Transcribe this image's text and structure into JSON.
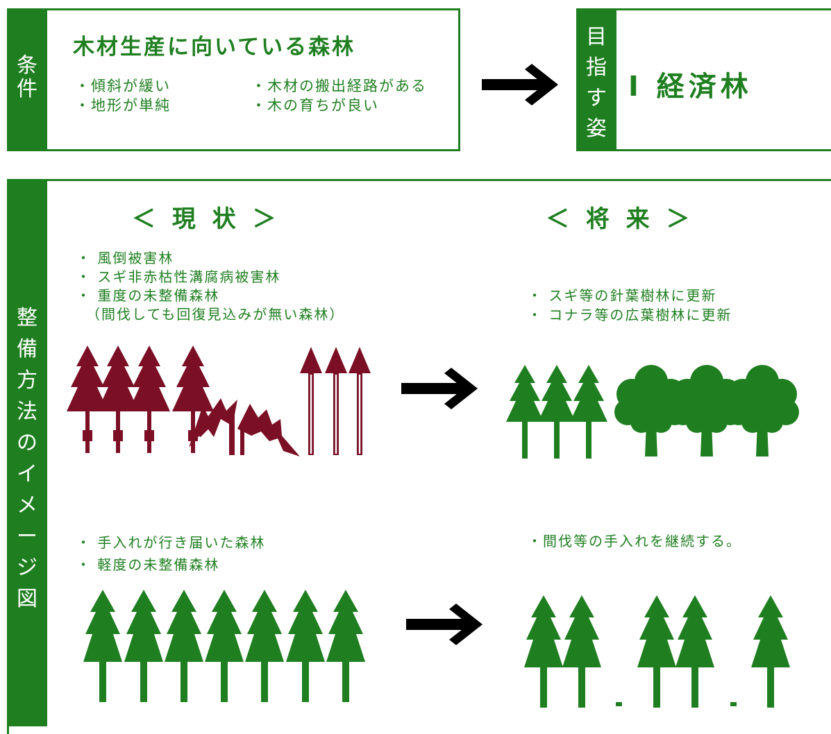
{
  "conditions": {
    "side_label": [
      "条",
      "件"
    ],
    "title": "木材生産に向いている森林",
    "items_left": [
      "・傾斜が緩い",
      "・地形が単純"
    ],
    "items_right": [
      "・木材の搬出経路がある",
      "・木の育ちが良い"
    ]
  },
  "target": {
    "side_label": [
      "目",
      "指",
      "す",
      "姿"
    ],
    "value": "Ⅰ 経済林"
  },
  "method": {
    "side_label": [
      "整",
      "備",
      "方",
      "法",
      "の",
      "イ",
      "メ",
      "ー",
      "ジ",
      "図"
    ],
    "current_heading": "＜ 現 状 ＞",
    "future_heading": "＜ 将 来 ＞",
    "current_items_1": [
      "・ 風倒被害林",
      "・ スギ非赤枯性溝腐病被害林",
      "・ 重度の未整備森林",
      "（間伐しても回復見込みが無い森林）"
    ],
    "future_items_1": [
      "・ スギ等の針葉樹林に更新",
      "・ コナラ等の広葉樹林に更新"
    ],
    "current_items_2": [
      "・ 手入れが行き届いた森林",
      "・ 軽度の未整備森林"
    ],
    "future_items_2": [
      "・間伐等の手入れを継続する。"
    ]
  },
  "colors": {
    "green": "#1f7f20",
    "maroon": "#7a0f25",
    "arrow": "#000000"
  },
  "icons": [
    "arrow-right-icon",
    "conifer-tree-icon",
    "broadleaf-tree-icon",
    "fallen-tree-icon",
    "dead-tree-icon"
  ]
}
